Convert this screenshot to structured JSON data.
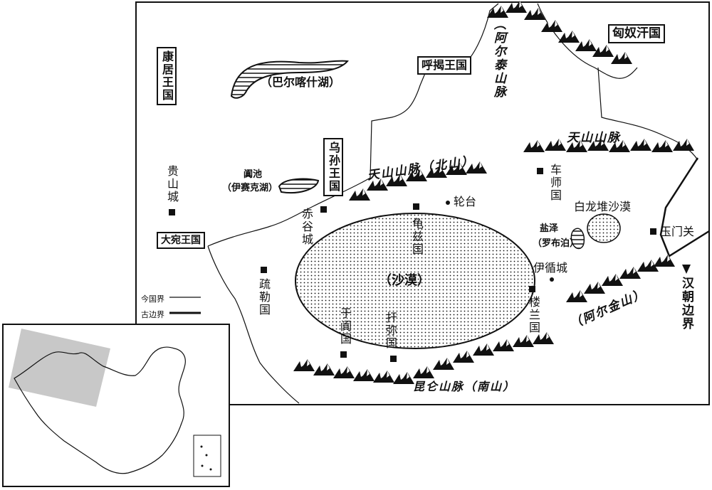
{
  "labels": {
    "kangju": "康居王国",
    "balkhash": "（巴尔喀什湖）",
    "huhe": "呼揭王国",
    "xiongnu": "匈奴汗国",
    "altai": "（阿尔泰山脉",
    "tianshan_e": "天山山脉",
    "wusun": "乌孙王国",
    "tianshan_n": "天山山脉（北山）",
    "tianchi": "阗池",
    "issyk": "（伊赛克湖）",
    "guishan": "贵山城",
    "chigu": "赤谷城",
    "dayuan": "大宛王国",
    "luntai": "轮台",
    "qiuci": "龟兹国",
    "cheshi": "车师国",
    "bailongdui": "白龙堆沙漠",
    "yanze": "盐泽",
    "lopnur": "（罗布泊）",
    "yumen": "玉门关",
    "shule": "疏勒国",
    "desert": "（沙漠）",
    "yixun": "伊循城",
    "loulan": "楼兰国",
    "altun": "（阿尔金山）",
    "hanbian": "汉朝边界",
    "yutian": "于阗国",
    "yumi": "扞弥国",
    "kunlun": "昆仑山脉（南山）"
  },
  "legend": {
    "modern": "今国界",
    "ancient": "古边界"
  },
  "colors": {
    "ink": "#111111",
    "highlight": "#c8c8c8"
  }
}
